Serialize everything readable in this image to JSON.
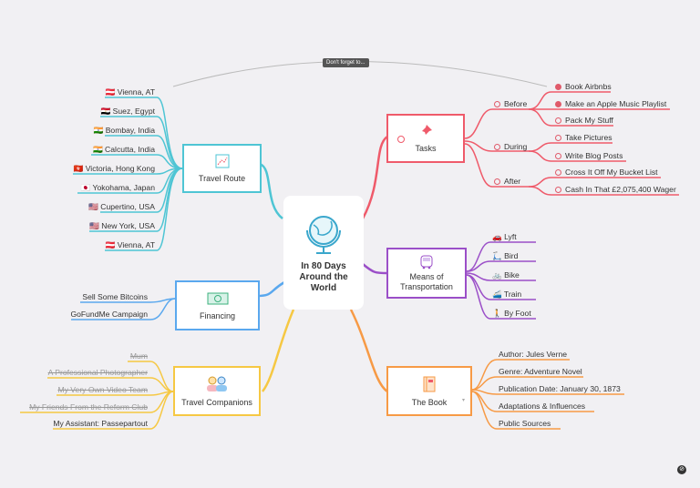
{
  "central": {
    "title": "In 80 Days Around the World"
  },
  "callout": "Don't forget to...",
  "colors": {
    "red": "#ef5a6a",
    "cyan": "#4ec5d4",
    "purple": "#9b4fc8",
    "orange": "#f79a45",
    "yellow": "#f6c843",
    "blue": "#5aa8ee"
  },
  "travel_route": {
    "label": "Travel Route",
    "items": [
      "🇦🇹 Vienna, AT",
      "🇪🇬 Suez, Egypt",
      "🇮🇳 Bombay, India",
      "🇮🇳 Calcutta, India",
      "🇭🇰 Victoria, Hong Kong",
      "🇯🇵 Yokohama, Japan",
      "🇺🇸 Cupertino, USA",
      "🇺🇸 New York, USA",
      "🇦🇹 Vienna, AT"
    ]
  },
  "financing": {
    "label": "Financing",
    "items": [
      "Sell Some Bitcoins",
      "GoFundMe Campaign"
    ]
  },
  "companions": {
    "label": "Travel Companions",
    "items": [
      "Mum",
      "A Professional Photographer",
      "My Very Own Video Team",
      "My Friends From the Reform Club",
      "My Assistant: Passepartout"
    ]
  },
  "tasks": {
    "label": "Tasks",
    "groups": [
      {
        "name": "Before",
        "items": [
          "Book Airbnbs",
          "Make an Apple Music Playlist",
          "Pack My Stuff"
        ]
      },
      {
        "name": "During",
        "items": [
          "Take Pictures",
          "Write Blog Posts"
        ]
      },
      {
        "name": "After",
        "items": [
          "Cross It Off My Bucket List",
          "Cash In That £2,075,400 Wager"
        ]
      }
    ]
  },
  "transport": {
    "label": "Means of Transportation",
    "items": [
      "🚗 Lyft",
      "🛴 Bird",
      "🚲 Bike",
      "🚄 Train",
      "🚶 By Foot"
    ]
  },
  "book": {
    "label": "The Book",
    "items": [
      "Author: Jules Verne",
      "Genre: Adventure Novel",
      "Publication Date: January 30, 1873",
      "Adaptations & Influences",
      "Public Sources"
    ]
  }
}
